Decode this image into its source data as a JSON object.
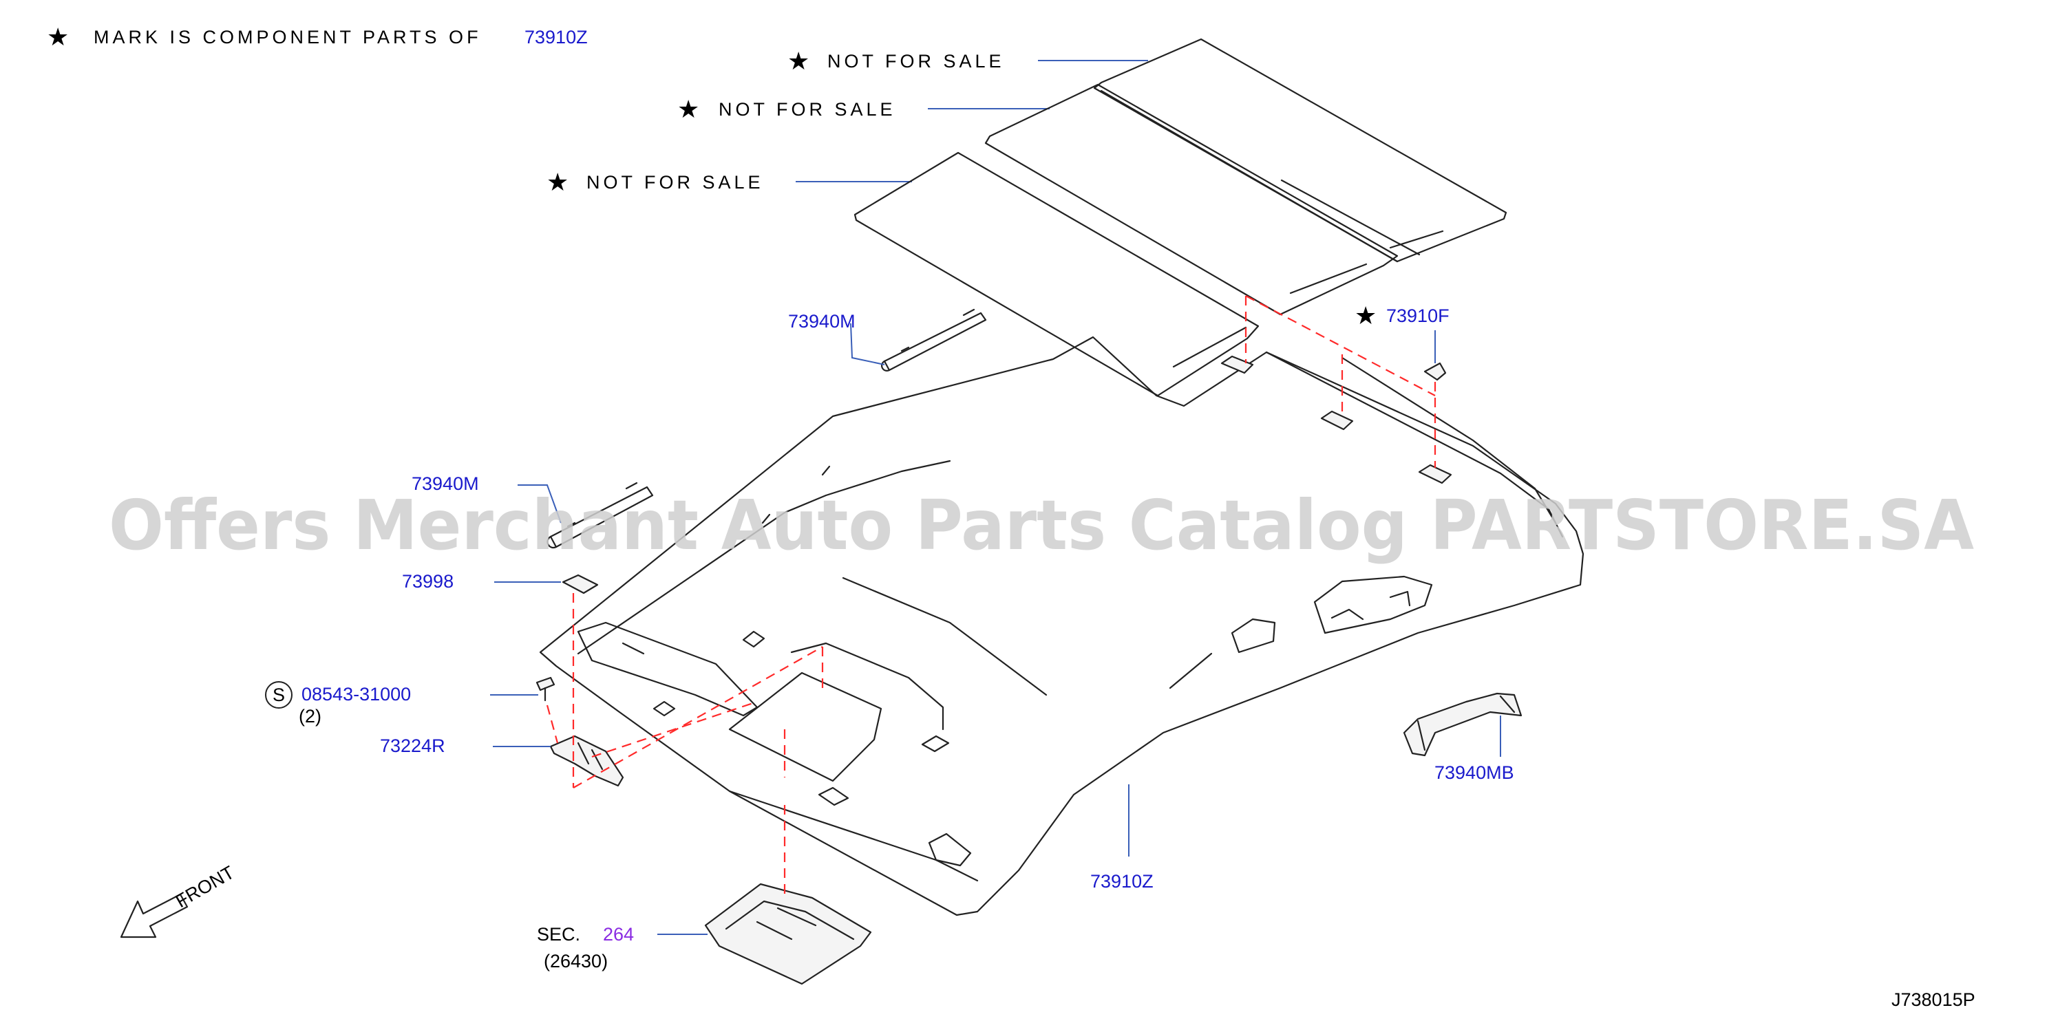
{
  "header": {
    "star_note_text": "MARK IS COMPONENT PARTS OF",
    "star_note_part": "73910Z"
  },
  "not_for_sale": [
    "NOT FOR SALE",
    "NOT FOR SALE",
    "NOT FOR SALE"
  ],
  "labels": {
    "p73910F": "73910F",
    "p73940M_upper": "73940M",
    "p73940M_lower": "73940M",
    "p73998": "73998",
    "screw_symbol": "S",
    "screw_part": "08543-31000",
    "screw_qty": "(2)",
    "p73224R": "73224R",
    "p73910Z": "73910Z",
    "p73940MB": "73940MB",
    "sec_prefix": "SEC.",
    "sec_number": "264",
    "sec_sub": "(26430)"
  },
  "front_label": "FRONT",
  "watermark": "Offers Merchant Auto Parts Catalog PARTSTORE.SA",
  "diagram_code": "J738015P",
  "colors": {
    "part_label": "#1a1acc",
    "section_link": "#8a2be2",
    "dashed_line": "#ff2a2a",
    "leader_line": "#3a5fb8",
    "watermark": "#cfcfcf"
  }
}
